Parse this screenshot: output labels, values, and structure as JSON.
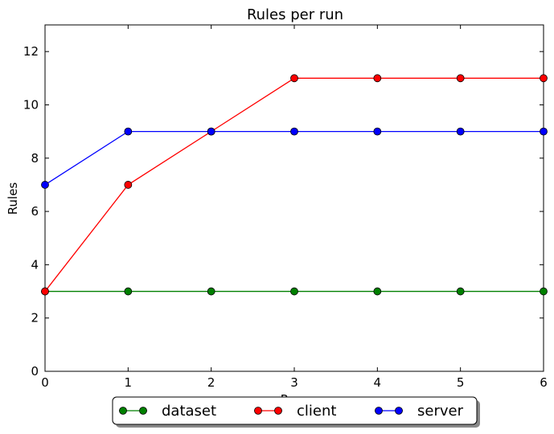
{
  "chart_data": {
    "type": "line",
    "title": "Rules per run",
    "xlabel": "Runs",
    "ylabel": "Rules",
    "xlim": [
      0,
      6
    ],
    "ylim": [
      0,
      13
    ],
    "xticks": [
      0,
      1,
      2,
      3,
      4,
      5,
      6
    ],
    "yticks": [
      0,
      2,
      4,
      6,
      8,
      10,
      12
    ],
    "grid": false,
    "legend_position": "bottom-center",
    "x": [
      0,
      1,
      2,
      3,
      4,
      5,
      6
    ],
    "series": [
      {
        "name": "dataset",
        "color": "#008000",
        "marker": "circle",
        "values": [
          3,
          3,
          3,
          3,
          3,
          3,
          3
        ]
      },
      {
        "name": "client",
        "color": "#ff0000",
        "marker": "circle",
        "values": [
          3,
          7,
          9,
          11,
          11,
          11,
          11
        ]
      },
      {
        "name": "server",
        "color": "#0000ff",
        "marker": "circle",
        "values": [
          7,
          9,
          9,
          9,
          9,
          9,
          9
        ]
      }
    ]
  }
}
